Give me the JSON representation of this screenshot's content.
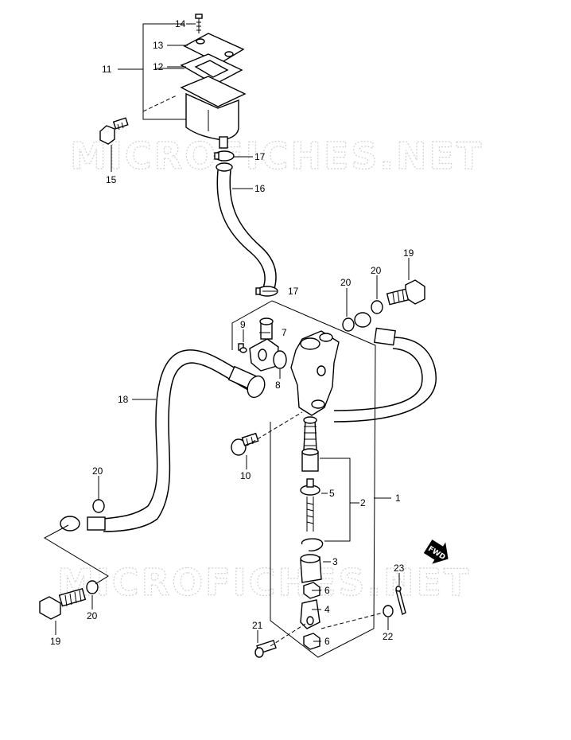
{
  "watermark": "MICROFICHES.NET",
  "forward_badge": "FWD",
  "callouts": [
    {
      "id": "c14",
      "label": "14"
    },
    {
      "id": "c13",
      "label": "13"
    },
    {
      "id": "c12",
      "label": "12"
    },
    {
      "id": "c11",
      "label": "11"
    },
    {
      "id": "c15",
      "label": "15"
    },
    {
      "id": "c17a",
      "label": "17"
    },
    {
      "id": "c16",
      "label": "16"
    },
    {
      "id": "c17b",
      "label": "17"
    },
    {
      "id": "c19a",
      "label": "19"
    },
    {
      "id": "c20a",
      "label": "20"
    },
    {
      "id": "c20b",
      "label": "20"
    },
    {
      "id": "c9",
      "label": "9"
    },
    {
      "id": "c7",
      "label": "7"
    },
    {
      "id": "c8",
      "label": "8"
    },
    {
      "id": "c18",
      "label": "18"
    },
    {
      "id": "c10",
      "label": "10"
    },
    {
      "id": "c20c",
      "label": "20"
    },
    {
      "id": "c5",
      "label": "5"
    },
    {
      "id": "c2",
      "label": "2"
    },
    {
      "id": "c1",
      "label": "1"
    },
    {
      "id": "c3",
      "label": "3"
    },
    {
      "id": "c6a",
      "label": "6"
    },
    {
      "id": "c4",
      "label": "4"
    },
    {
      "id": "c23",
      "label": "23"
    },
    {
      "id": "c20d",
      "label": "20"
    },
    {
      "id": "c19b",
      "label": "19"
    },
    {
      "id": "c21",
      "label": "21"
    },
    {
      "id": "c6b",
      "label": "6"
    },
    {
      "id": "c22",
      "label": "22"
    }
  ]
}
